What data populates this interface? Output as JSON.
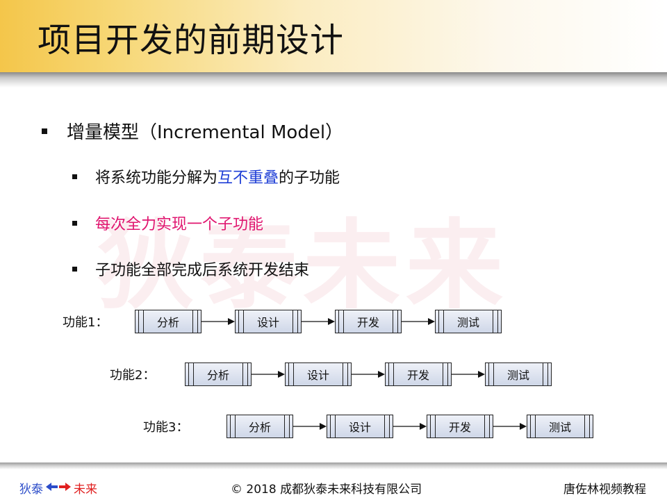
{
  "title": "项目开发的前期设计",
  "watermark": "狄泰未来",
  "bullet_main": "增量模型（Incremental Model）",
  "sub_bullets": {
    "item1_prefix": "将系统功能分解为",
    "item1_highlight": "互不重叠",
    "item1_suffix": "的子功能",
    "item2": "每次全力实现一个子功能",
    "item3": "子功能全部完成后系统开发结束"
  },
  "rows": [
    {
      "label": "功能1：",
      "steps": [
        "分析",
        "设计",
        "开发",
        "测试"
      ]
    },
    {
      "label": "功能2：",
      "steps": [
        "分析",
        "设计",
        "开发",
        "测试"
      ]
    },
    {
      "label": "功能3：",
      "steps": [
        "分析",
        "设计",
        "开发",
        "测试"
      ]
    }
  ],
  "footer": {
    "left_a": "狄泰",
    "left_b": "未来",
    "center": "© 2018 成都狄泰未来科技有限公司",
    "right": "唐佐林视频教程"
  },
  "colors": {
    "highlight_blue": "#1f3fd6",
    "highlight_magenta": "#e0156f",
    "title_band": "#f4c64a"
  }
}
